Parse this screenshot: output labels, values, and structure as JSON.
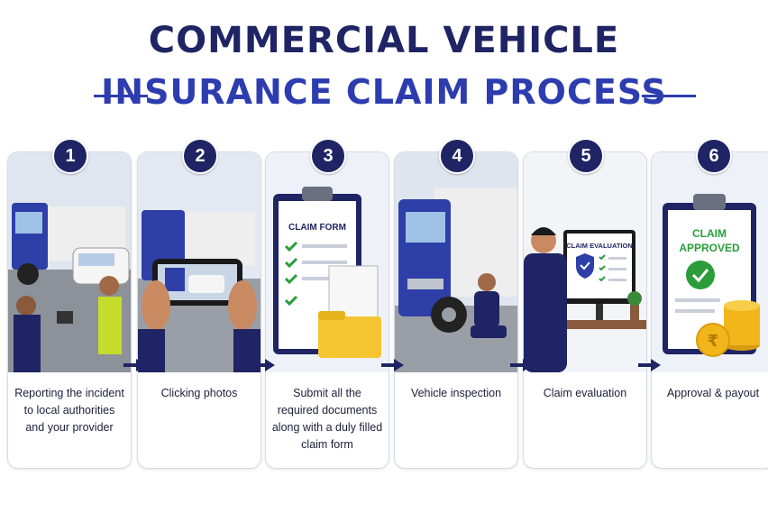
{
  "title": {
    "line1": "COMMERCIAL VEHICLE",
    "line2": "INSURANCE CLAIM PROCESS"
  },
  "steps": [
    {
      "number": "1",
      "caption": "Reporting the incident to local authorities and your provider",
      "icon": "police-officer-with-truck-scene"
    },
    {
      "number": "2",
      "caption": "Clicking photos",
      "icon": "phone-camera-photo"
    },
    {
      "number": "3",
      "caption": "Submit all the required documents along with a duly filled claim form",
      "icon": "clipboard-claim-form"
    },
    {
      "number": "4",
      "caption": "Vehicle inspection",
      "icon": "inspector-with-truck"
    },
    {
      "number": "5",
      "caption": "Claim evaluation",
      "icon": "person-at-computer"
    },
    {
      "number": "6",
      "caption": "Approval & payout",
      "icon": "approved-clipboard-coins"
    }
  ],
  "illustrations": {
    "claim_form_heading": "CLAIM FORM",
    "evaluation_screen_heading": "CLAIM EVALUATION",
    "approved_heading_line1": "CLAIM",
    "approved_heading_line2": "APPROVED",
    "coin_symbol": "₹"
  },
  "colors": {
    "navy": "#1f2464",
    "royal_blue": "#2d3db0",
    "truck_blue": "#2e3fa8",
    "check_green": "#2a9d3a",
    "coin_gold": "#f2b51a"
  }
}
